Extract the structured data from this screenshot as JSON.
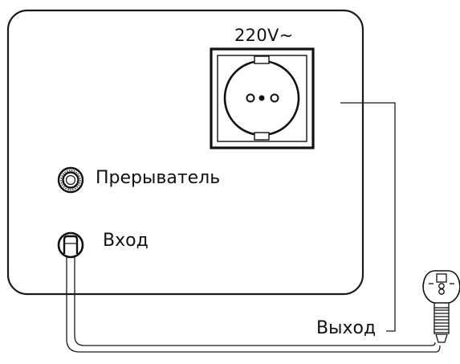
{
  "labels": {
    "voltage": "220V~",
    "breaker": "Прерыватель",
    "input": "Вход",
    "output": "Выход"
  },
  "icons": {
    "socket": "schuko-socket-icon",
    "breaker": "circuit-breaker-knob-icon",
    "input_jack": "input-jack-icon",
    "plug": "schuko-plug-icon"
  },
  "colors": {
    "line": "#1a1a1a",
    "background": "#ffffff"
  }
}
